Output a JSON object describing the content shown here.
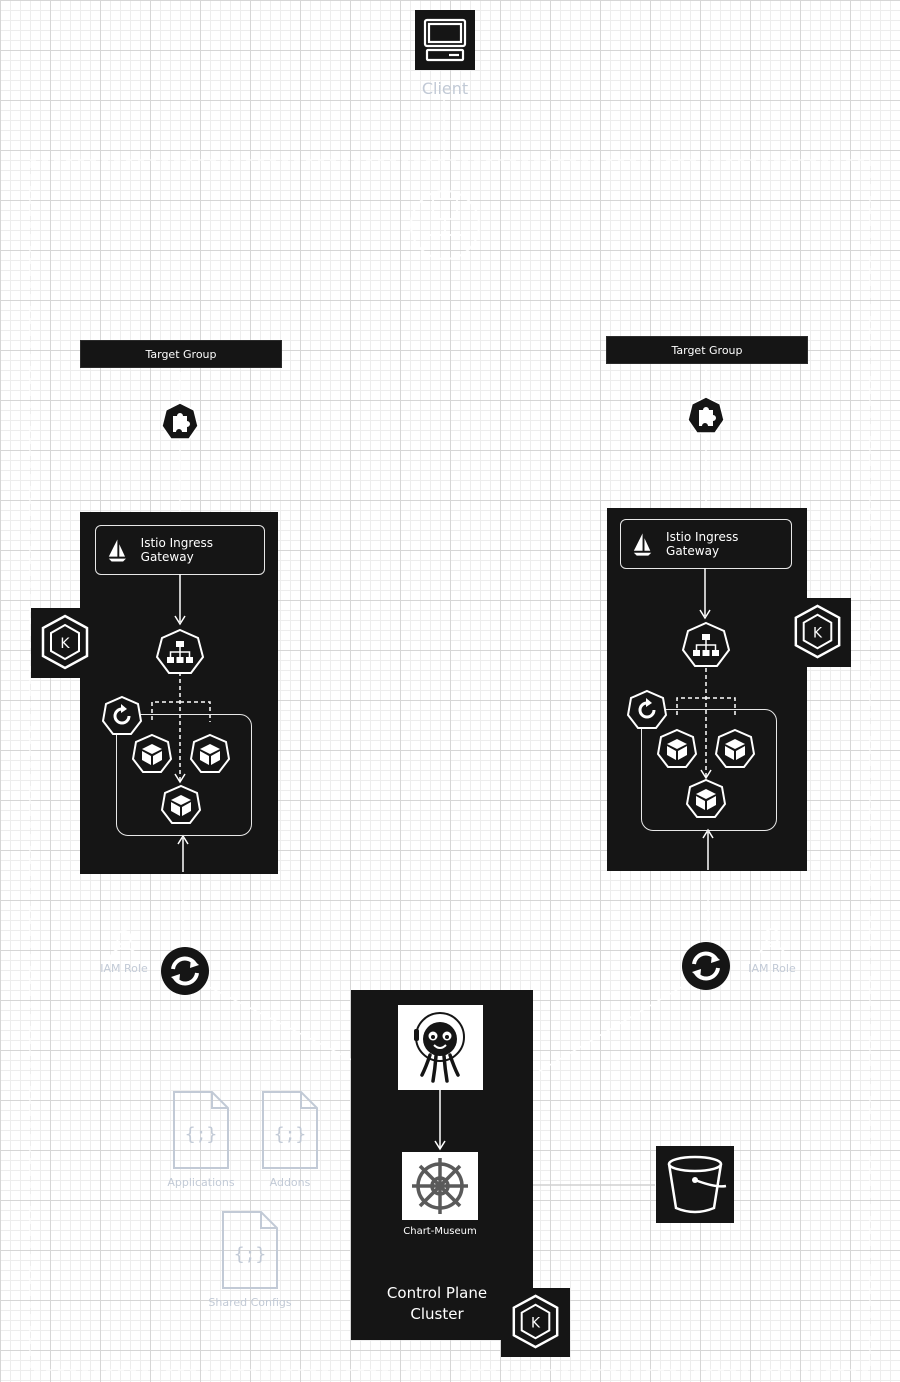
{
  "client": {
    "label": "Client",
    "icon": "client-computer-icon"
  },
  "left_cluster": {
    "target_group": "Target Group",
    "gateway": "Istio Ingress Gateway",
    "iam_role": "IAM Role"
  },
  "right_cluster": {
    "target_group": "Target Group",
    "gateway": "Istio Ingress Gateway",
    "iam_role": "IAM Role"
  },
  "control_plane": {
    "chart_museum": "Chart-Museum",
    "title_line1": "Control Plane",
    "title_line2": "Cluster"
  },
  "configs": {
    "applications": "Applications",
    "addons": "Addons",
    "shared": "Shared Configs"
  },
  "colors": {
    "dark": "#151515",
    "faint": "#c2cad6",
    "line": "#ffffff"
  }
}
